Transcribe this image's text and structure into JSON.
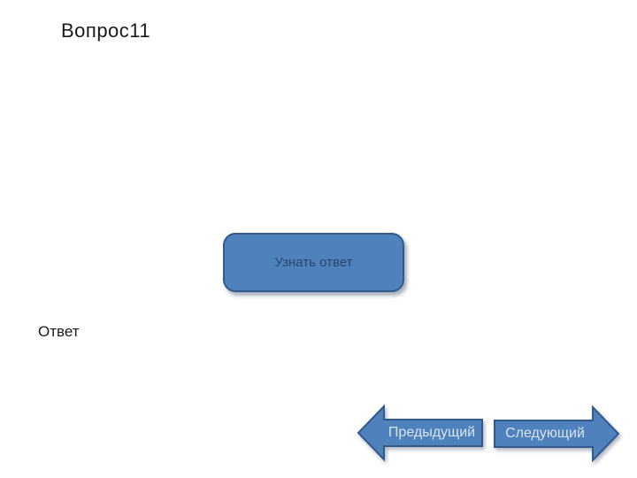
{
  "slide": {
    "title": "Вопрос11",
    "reveal_button_label": "Узнать ответ",
    "answer_label": "Ответ",
    "nav": {
      "prev_label": "Предыдущий",
      "next_label": "Следующий"
    },
    "colors": {
      "background": "#ffffff",
      "shape_fill": "#4f81bd",
      "shape_border": "#31598c",
      "button_text": "#28466c",
      "arrow_text": "#d9e5f1",
      "title_text": "#1a1a1a"
    }
  }
}
